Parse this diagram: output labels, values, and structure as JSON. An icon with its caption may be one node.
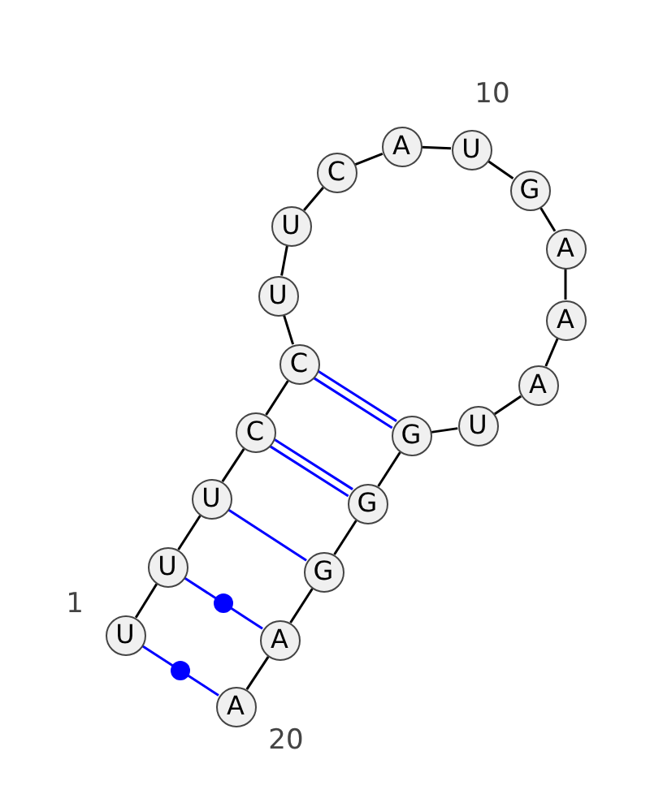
{
  "diagram": {
    "nodes": [
      {
        "text": [
          "U"
        ]
      },
      {
        "text": [
          "U"
        ]
      },
      {
        "text": [
          "U"
        ]
      },
      {
        "text": [
          "C"
        ]
      },
      {
        "text": [
          "C"
        ]
      },
      {
        "text": [
          "U"
        ]
      },
      {
        "text": [
          "U"
        ]
      },
      {
        "text": [
          "C"
        ]
      },
      {
        "text": [
          "A"
        ]
      },
      {
        "text": [
          "U"
        ]
      },
      {
        "text": [
          "G"
        ]
      },
      {
        "text": [
          "A"
        ]
      },
      {
        "text": [
          "A"
        ]
      },
      {
        "text": [
          "A"
        ]
      },
      {
        "text": [
          "U"
        ]
      },
      {
        "text": [
          "G"
        ]
      },
      {
        "text": [
          "G"
        ]
      },
      {
        "text": [
          "G"
        ]
      },
      {
        "text": [
          "A"
        ]
      },
      {
        "text": [
          "A"
        ]
      }
    ],
    "edges": [
      {
        "from": 0,
        "to": 1,
        "arrow": "none"
      },
      {
        "from": 1,
        "to": 2,
        "arrow": "none"
      },
      {
        "from": 2,
        "to": 3,
        "arrow": "none"
      },
      {
        "from": 3,
        "to": 4,
        "arrow": "none"
      },
      {
        "from": 4,
        "to": 5,
        "arrow": "none"
      },
      {
        "from": 5,
        "to": 6,
        "arrow": "none"
      },
      {
        "from": 6,
        "to": 7,
        "arrow": "none"
      },
      {
        "from": 7,
        "to": 8,
        "arrow": "none"
      },
      {
        "from": 8,
        "to": 9,
        "arrow": "none"
      },
      {
        "from": 9,
        "to": 10,
        "arrow": "none"
      },
      {
        "from": 10,
        "to": 11,
        "arrow": "none"
      },
      {
        "from": 11,
        "to": 12,
        "arrow": "none"
      },
      {
        "from": 12,
        "to": 13,
        "arrow": "none"
      },
      {
        "from": 13,
        "to": 14,
        "arrow": "none"
      },
      {
        "from": 14,
        "to": 15,
        "arrow": "none"
      },
      {
        "from": 15,
        "to": 16,
        "arrow": "none"
      },
      {
        "from": 16,
        "to": 17,
        "arrow": "none"
      },
      {
        "from": 17,
        "to": 18,
        "arrow": "none"
      },
      {
        "from": 18,
        "to": 19,
        "arrow": "none"
      },
      {
        "from": 0,
        "to": 19,
        "arrow": "none",
        "color": "#0000ff"
      },
      {
        "from": 1,
        "to": 18,
        "arrow": "none",
        "color": "#0000ff"
      },
      {
        "from": 2,
        "to": 17,
        "arrow": "none",
        "color": "#0000ff"
      },
      {
        "from": 3,
        "to": 16,
        "arrow": "none",
        "color": "#0000ff"
      },
      {
        "from": 4,
        "to": 15,
        "arrow": "none",
        "color": "#0000ff"
      }
    ],
    "labels": [
      "10",
      "1",
      "20"
    ]
  }
}
